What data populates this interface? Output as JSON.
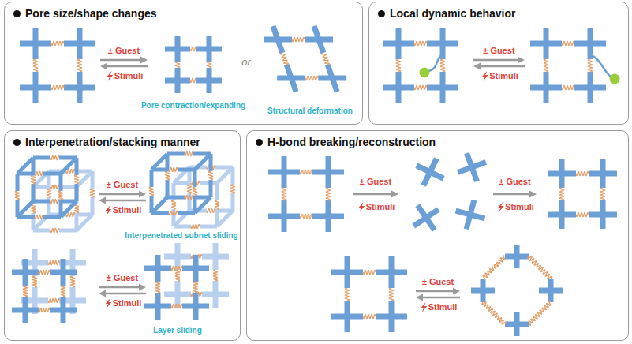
{
  "diagram": {
    "nodes": [
      {
        "text": [
          "Pore size/shape changes"
        ]
      },
      {
        "text": [
          "Local dynamic behavior"
        ]
      },
      {
        "text": [
          "Interpenetration/stacking manner"
        ]
      },
      {
        "text": [
          "H-bond breaking/reconstruction"
        ]
      }
    ],
    "labels": [
      "± Guest",
      "Stimuli",
      "Pore contraction/expanding",
      "or",
      "Structural deformation",
      "± Guest",
      "Stimuli",
      "± Guest",
      "Stimuli",
      "Interpenetrated subnet sliding",
      "± Guest",
      "Stimuli",
      "Layer sliding",
      "± Guest",
      "Stimuli",
      "± Guest",
      "Stimuli",
      "± Guest",
      "Stimuli"
    ]
  }
}
